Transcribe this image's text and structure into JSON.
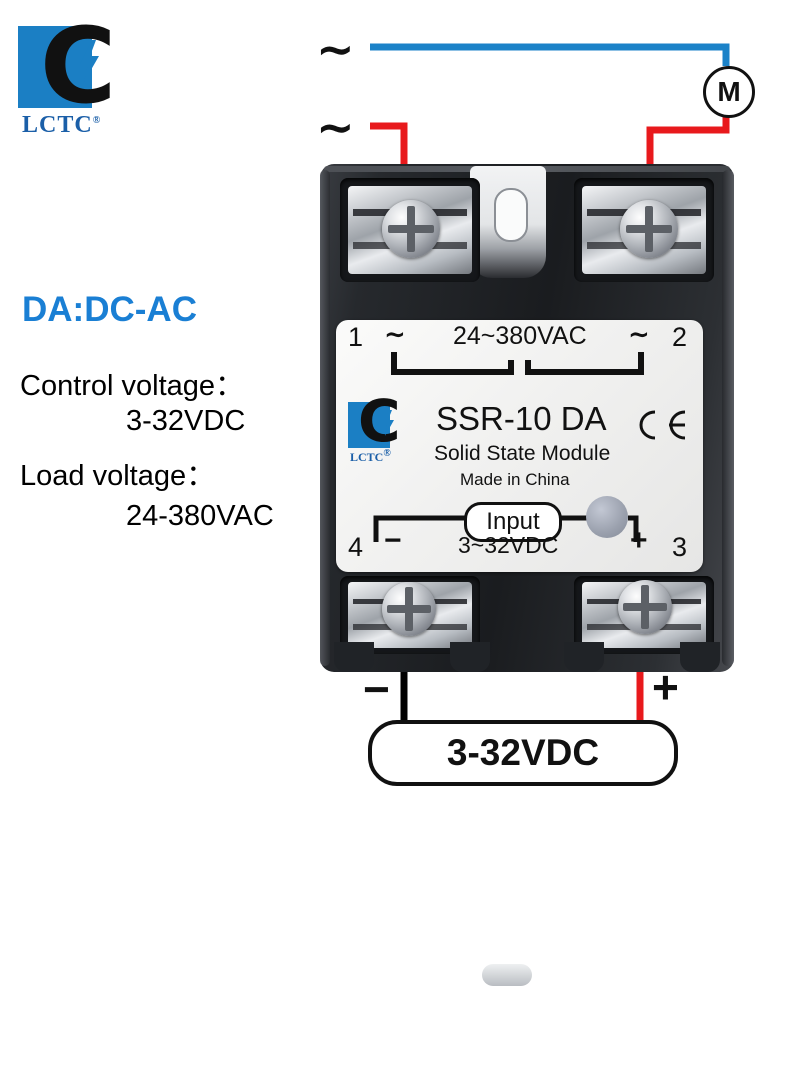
{
  "brand": {
    "logo_name": "lctc-logo",
    "wordmark": "LCTC",
    "registered": "®",
    "blue": "#1b7fc4",
    "text_blue": "#1b5fa8"
  },
  "spec_panel": {
    "title": "DA:DC-AC",
    "title_color": "#1a7fd4",
    "control_voltage_label": "Control voltage：",
    "control_voltage_value": "3-32VDC",
    "load_voltage_label": "Load voltage：",
    "load_voltage_value": "24-380VAC"
  },
  "wiring": {
    "ac_line_top_symbol": "∼",
    "ac_line_bottom_symbol": "∼",
    "motor_symbol": "M",
    "live_wire_color": "#e8191c",
    "neutral_wire_color": "#1b82c8",
    "dc_wire_negative_color": "#000000",
    "dc_wire_positive_color": "#e8191c"
  },
  "device_label": {
    "terminal_1": "1",
    "terminal_2": "2",
    "terminal_3": "3",
    "terminal_4": "4",
    "ac_tilde_left": "∼",
    "ac_tilde_right": "∼",
    "load_rating": "24~380VAC",
    "model": "SSR-10 DA",
    "subtitle": "Solid State Module",
    "origin": "Made in China",
    "ce_mark": "CE",
    "input_label": "Input",
    "input_rating": "3~32VDC",
    "minus_sign": "−",
    "plus_sign": "+",
    "logo_word": "LCTC",
    "logo_registered": "®"
  },
  "bottom_terminals": {
    "minus_sign": "−",
    "plus_sign": "+",
    "source_box_label": "3-32VDC"
  }
}
